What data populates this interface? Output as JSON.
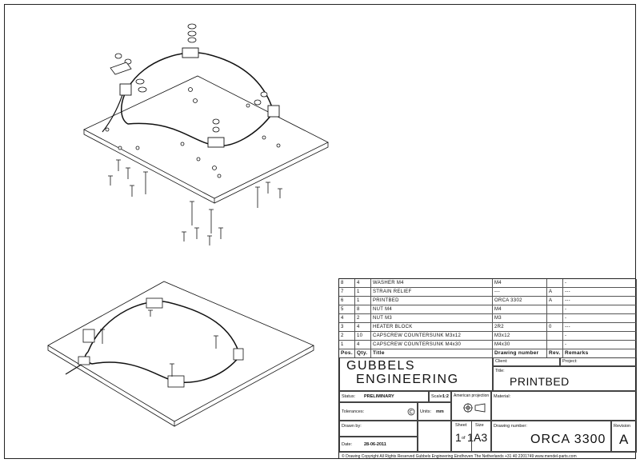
{
  "bom": {
    "headers": [
      "Pos.",
      "Qty.",
      "Title",
      "Drawing number",
      "Rev.",
      "Remarks"
    ],
    "rows": [
      {
        "pos": "8",
        "qty": "4",
        "title": "WASHER M4",
        "drawing": "M4",
        "rev": "",
        "remarks": "-"
      },
      {
        "pos": "7",
        "qty": "1",
        "title": "STRAIN RELIEF",
        "drawing": "---",
        "rev": "A",
        "remarks": "---"
      },
      {
        "pos": "6",
        "qty": "1",
        "title": "PRINTBED",
        "drawing": "ORCA 3302",
        "rev": "A",
        "remarks": "---"
      },
      {
        "pos": "5",
        "qty": "8",
        "title": "NUT M4",
        "drawing": "M4",
        "rev": "",
        "remarks": "-"
      },
      {
        "pos": "4",
        "qty": "2",
        "title": "NUT M3",
        "drawing": "M3",
        "rev": "",
        "remarks": "-"
      },
      {
        "pos": "3",
        "qty": "4",
        "title": "HEATER BLOCK",
        "drawing": "2R2",
        "rev": "0",
        "remarks": "---"
      },
      {
        "pos": "2",
        "qty": "10",
        "title": "CAPSCREW COUNTERSUNK M3x12",
        "drawing": "M3x12",
        "rev": "",
        "remarks": "-"
      },
      {
        "pos": "1",
        "qty": "4",
        "title": "CAPSCREW COUNTERSUNK M4x30",
        "drawing": "M4x30",
        "rev": "",
        "remarks": "-"
      }
    ]
  },
  "company": {
    "line1": "GUBBELS",
    "line2": "ENGINEERING"
  },
  "labels": {
    "client": "Client:",
    "project": "Project:",
    "title": "Title:",
    "status": "Status:",
    "scale": "Scale:",
    "american_projection": "American projection",
    "material": "Material:",
    "tolerances": "Tolerances:",
    "units": "Units:",
    "drawn_by": "Drawn by:",
    "sheet": "Sheet",
    "of": "of",
    "size": "Size",
    "drawing_number": "Drawing number:",
    "revision": "Revision",
    "date": "Date:"
  },
  "values": {
    "title": "PRINTBED",
    "status": "PRELIMINARY",
    "scale": "1:2",
    "units": "mm",
    "sheet_num": "1",
    "sheet_total": "1",
    "size": "A3",
    "drawing_number": "ORCA 3300",
    "revision": "A",
    "date": "28-06-2011"
  },
  "copyright": "© Drawing Copyright   All Rights Reserved    Gubbels Engineering   Eindhoven  The Netherlands  +31 40 2201749   www.mendel-parts.com"
}
